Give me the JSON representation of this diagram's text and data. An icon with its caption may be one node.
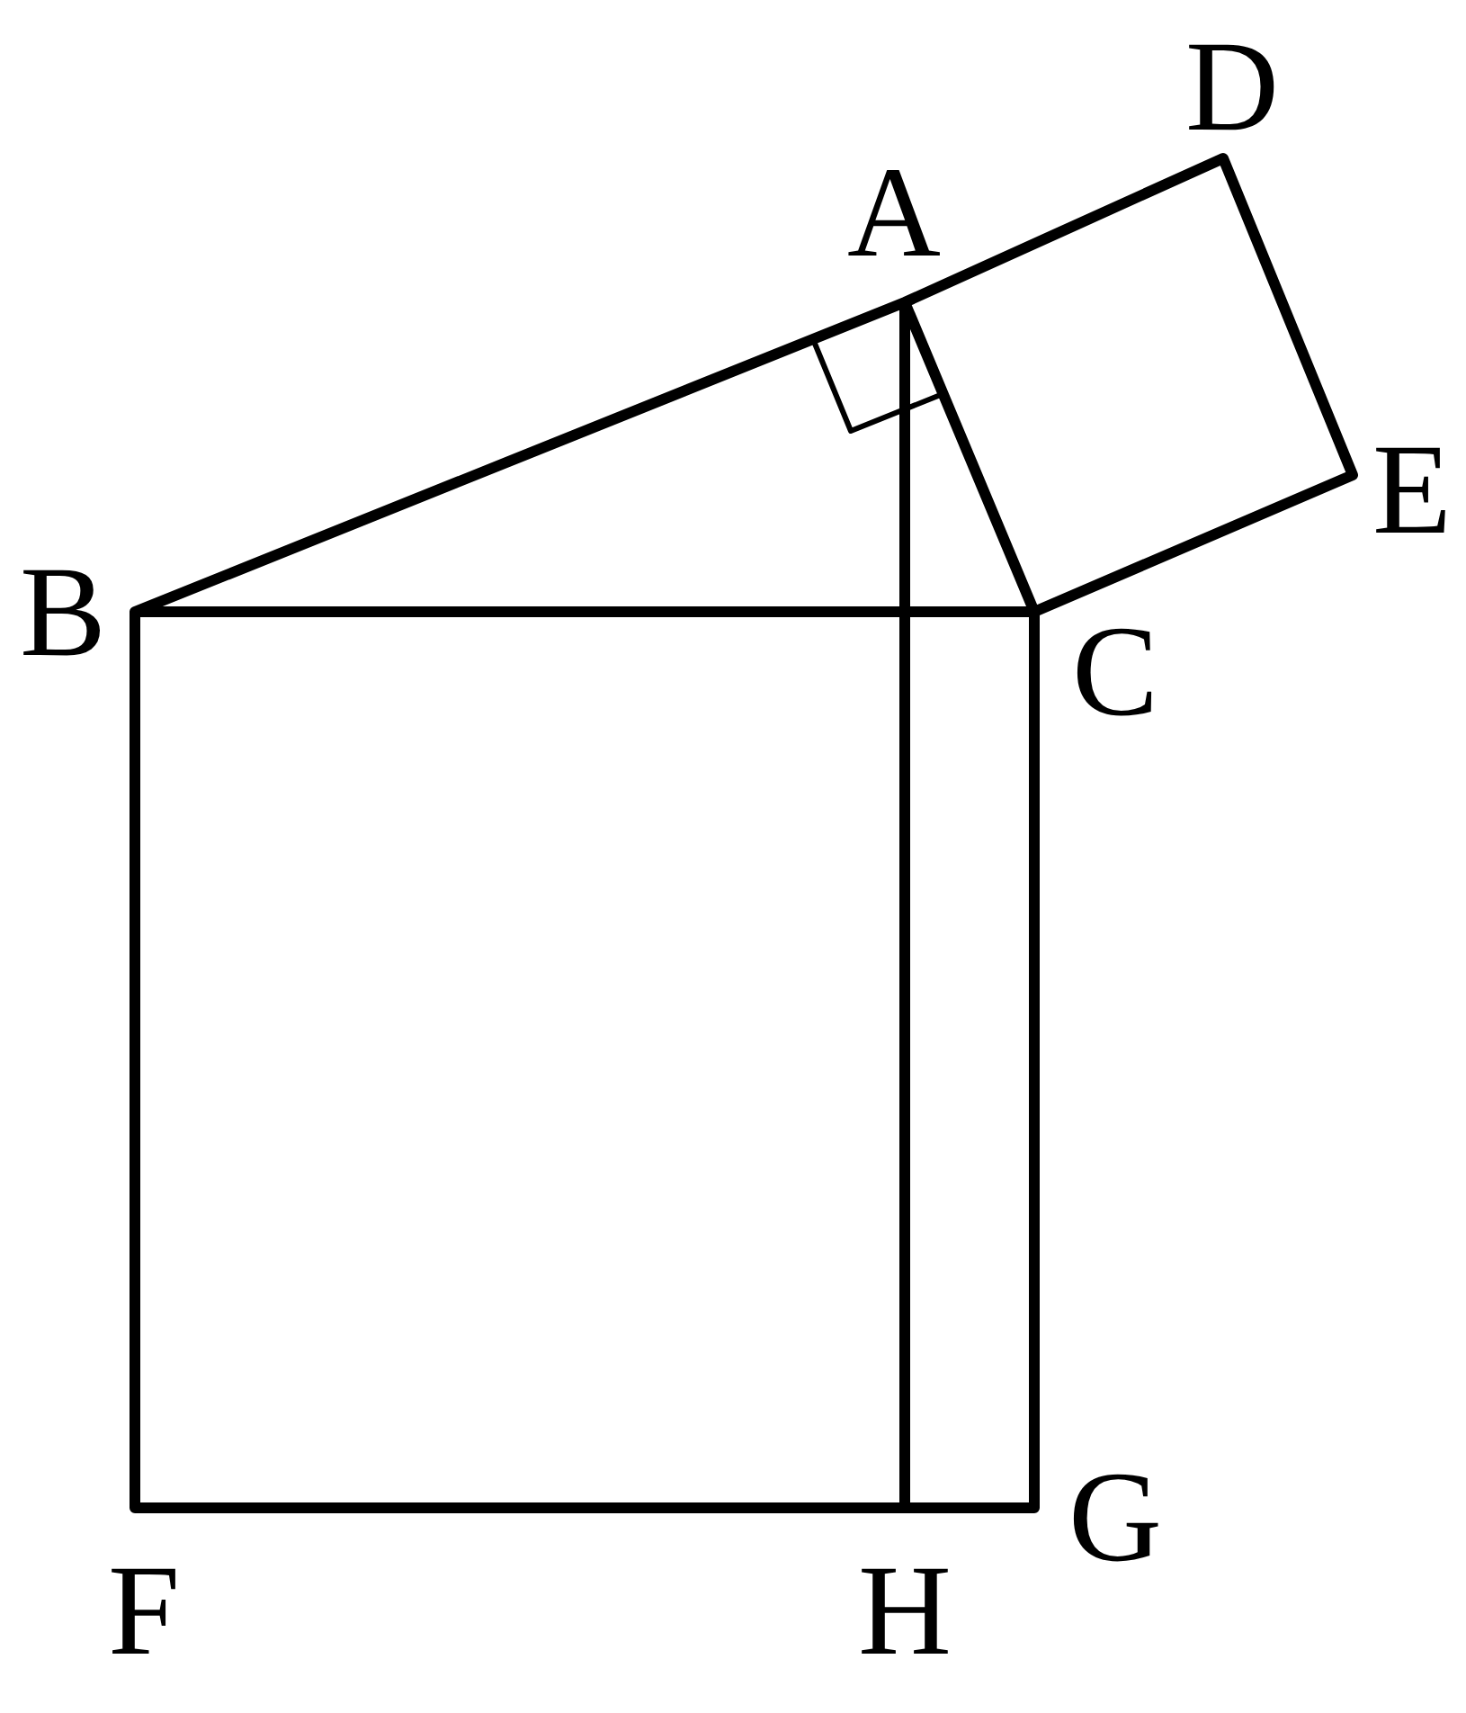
{
  "diagram": {
    "labels": [
      "D",
      "A",
      "E",
      "B",
      "C",
      "F",
      "H",
      "G"
    ]
  }
}
